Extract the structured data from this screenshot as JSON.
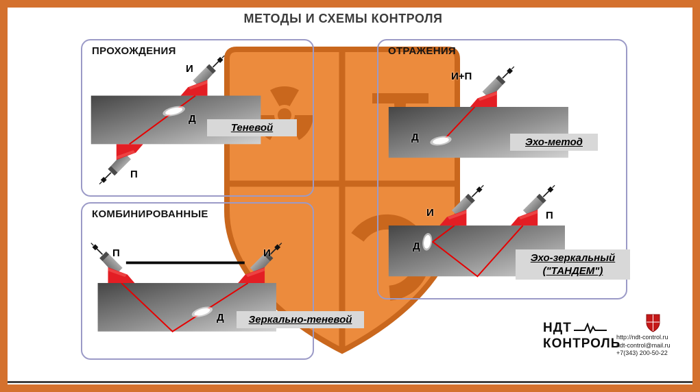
{
  "title": "МЕТОДЫ И СХЕМЫ КОНТРОЛЯ",
  "panels": {
    "transmission": {
      "heading": "ПРОХОЖДЕНИЯ",
      "method_label": "Теневой",
      "emitter_label": "И",
      "receiver_label": "П",
      "defect_label": "Д"
    },
    "reflection": {
      "heading": "ОТРАЖЕНИЯ",
      "echo": {
        "method_label": "Эхо-метод",
        "transducer_label": "И+П",
        "defect_label": "Д"
      },
      "tandem": {
        "method_label_line1": "Эхо-зеркальный",
        "method_label_line2": "(\"ТАНДЕМ\")",
        "emitter_label": "И",
        "receiver_label": "П",
        "defect_label": "Д"
      }
    },
    "combined": {
      "heading": "КОМБИНИРОВАННЫЕ",
      "method_label": "Зеркально-теневой",
      "emitter_label": "И",
      "receiver_label": "П",
      "defect_label": "Д"
    }
  },
  "logo": {
    "name_line1": "НДТ",
    "name_line2": "КОНТРОЛЬ",
    "website": "http://ndt-control.ru",
    "email": "ndt-control@mail.ru",
    "phone": "+7(343) 200-50-22"
  },
  "colors": {
    "frame_orange": "#d4712e",
    "shield_orange": "#ec8b3d",
    "shield_outline": "#c9671d",
    "panel_border": "#9b9ac7",
    "transducer_red": "#e31e24",
    "beam_red": "#e60000",
    "method_label_bg": "#d8d8d8"
  }
}
